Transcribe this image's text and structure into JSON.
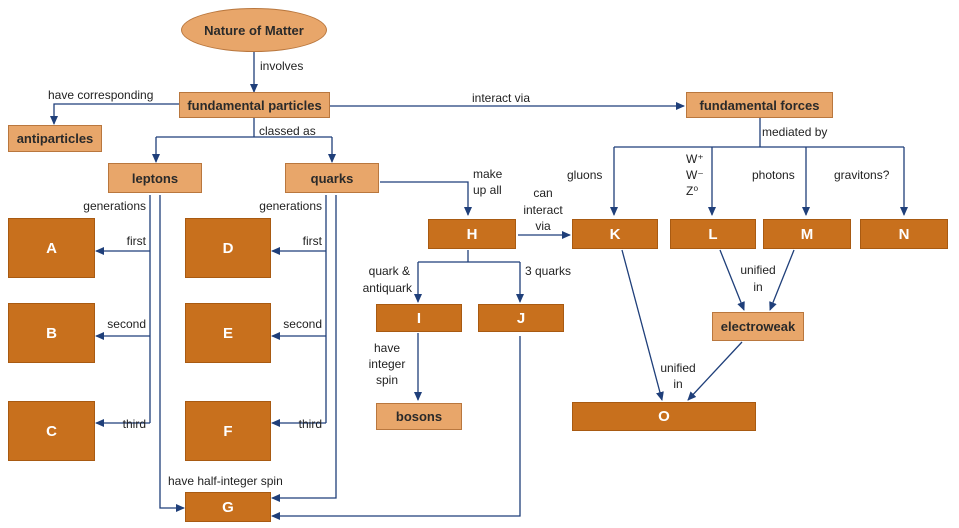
{
  "nodes": {
    "nature": "Nature of Matter",
    "fundamental_particles": "fundamental particles",
    "antiparticles": "antiparticles",
    "fundamental_forces": "fundamental forces",
    "leptons": "leptons",
    "quarks": "quarks",
    "A": "A",
    "B": "B",
    "C": "C",
    "D": "D",
    "E": "E",
    "F": "F",
    "G": "G",
    "H": "H",
    "I": "I",
    "J": "J",
    "K": "K",
    "L": "L",
    "M": "M",
    "N": "N",
    "electroweak": "electroweak",
    "bosons": "bosons",
    "O": "O"
  },
  "links": {
    "involves": "involves",
    "have_corresponding": "have corresponding",
    "interact_via": "interact via",
    "classed_as": "classed as",
    "mediated_by": "mediated by",
    "make_up_all_1": "make",
    "make_up_all_2": "up all",
    "can_interact_via_1": "can",
    "can_interact_via_2": "interact",
    "can_interact_via_3": "via",
    "gluons": "gluons",
    "w_plus": "W⁺",
    "w_minus": "W⁻",
    "z_zero": "Z⁰",
    "photons": "photons",
    "gravitons": "gravitons?",
    "generations_leptons": "generations",
    "generations_quarks": "generations",
    "first_l": "first",
    "second_l": "second",
    "third_l": "third",
    "first_q": "first",
    "second_q": "second",
    "third_q": "third",
    "quark_antiquark_1": "quark &",
    "quark_antiquark_2": "antiquark",
    "three_quarks": "3 quarks",
    "integer_spin_1": "have",
    "integer_spin_2": "integer",
    "integer_spin_3": "spin",
    "unified_in_lm_1": "unified",
    "unified_in_lm_2": "in",
    "unified_in_ko_1": "unified",
    "unified_in_ko_2": "in",
    "half_integer_spin": "have half-integer spin"
  },
  "colors": {
    "light_box": "#e8a66a",
    "dark_box": "#c8701d",
    "connector": "#1f3f7a"
  }
}
